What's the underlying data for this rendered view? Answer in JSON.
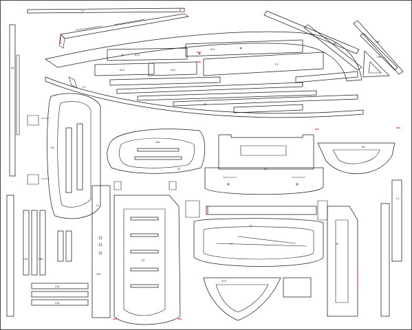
{
  "sheet": {
    "part_labels": {
      "top_strip": "L7",
      "left_strip": "L6",
      "right_strip_a": "L6c",
      "right_strip_b": "L6d",
      "right_strip_c": "L6e",
      "long_plank_a": "P1",
      "long_plank_b": "P2",
      "rib_a": "K10",
      "rib_b": "K11",
      "rib_c": "K12",
      "rib_d": "K13",
      "frame_left": "S4",
      "frame_upper": "S1",
      "frame_upper_inner": "L6b",
      "frame_mid_label": "S2",
      "frame_mid": "S3",
      "frame_right": "S6",
      "deck_left": "S5",
      "deck_center": "S8",
      "deck_center_inner": "S7",
      "deck_right": "S9",
      "stern": "S10",
      "strip_small_a": "L3a",
      "strip_small_b": "L3b",
      "strip_bottom_a": "L4a",
      "strip_bottom_b": "L4b",
      "strip_center_a": "L5",
      "strip_center_b": "L5b",
      "keel_label": "L1",
      "side_label": "L2"
    }
  },
  "colors": {
    "cut_line": "#1a1a1a",
    "marker_line": "#d62020",
    "background": "#ffffff"
  }
}
